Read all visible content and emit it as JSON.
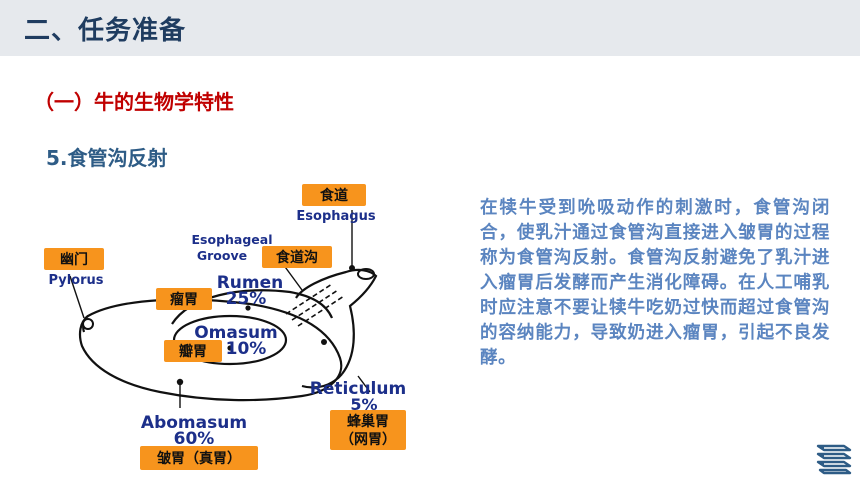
{
  "header": {
    "title": "二、任务准备"
  },
  "subtitle": "（一）牛的生物学特性",
  "section_title": "5.食管沟反射",
  "diagram": {
    "esophagus": {
      "cn": "食道",
      "en": "Esophagus"
    },
    "groove": {
      "en_line1": "Esophageal",
      "en_line2": "Groove",
      "cn": "食道沟"
    },
    "pylorus": {
      "cn": "幽门",
      "en": "Pylorus"
    },
    "rumen": {
      "en": "Rumen",
      "cn": "瘤胃",
      "percent": "25%"
    },
    "omasum": {
      "en": "Omasum",
      "cn": "瓣胃",
      "percent": "10%"
    },
    "reticulum": {
      "en": "Reticulum",
      "percent": "5%",
      "cn_line1": "蜂巢胃",
      "cn_line2": "（网胃）"
    },
    "abomasum": {
      "en": "Abomasum",
      "percent": "60%",
      "cn": "皱胃（真胃）"
    }
  },
  "paragraph": "在犊牛受到吮吸动作的刺激时，食管沟闭合，使乳汁通过食管沟直接进入皱胃的过程称为食管沟反射。食管沟反射避免了乳汁进入瘤胃后发酵而产生消化障碍。在人工哺乳时应注意不要让犊牛吃奶过快而超过食管沟的容纳能力，导致奶进入瘤胃，引起不良发酵。",
  "colors": {
    "header_bg": "#e6e9ed",
    "header_text": "#1f3c60",
    "subtitle": "#c00000",
    "section": "#2e5c86",
    "paragraph": "#5b85c0",
    "label_box": "#f7941d",
    "diagram_text": "#1c2f8a"
  },
  "icons": {
    "corner": "book-stack-icon"
  }
}
